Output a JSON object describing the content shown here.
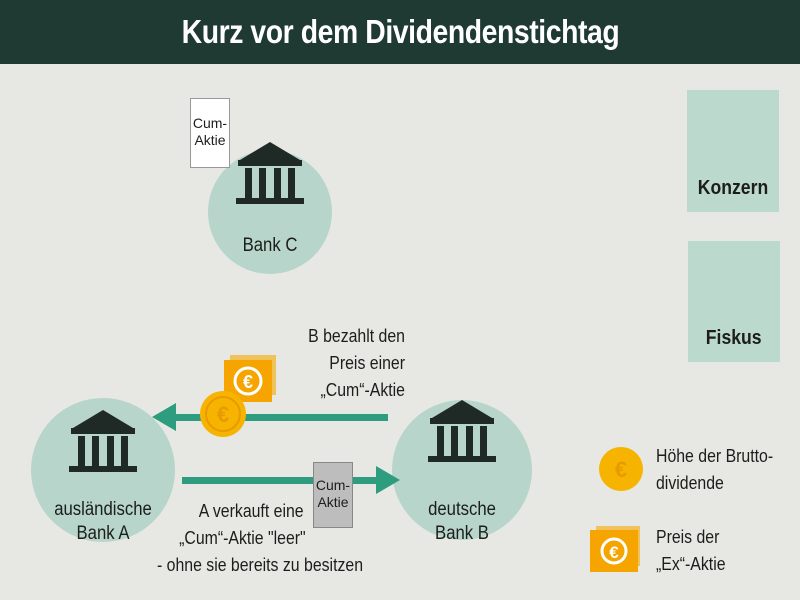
{
  "title": "Kurz vor dem Dividendenstichtag",
  "banks": {
    "c": "Bank C",
    "a": [
      "ausländische",
      "Bank A"
    ],
    "b": [
      "deutsche",
      "Bank B"
    ]
  },
  "documents": {
    "top": [
      "Cum-",
      "Aktie"
    ],
    "middle": [
      "Cum-",
      "Aktie"
    ]
  },
  "payment_text": [
    "B bezahlt den",
    "Preis einer",
    "„Cum“-Aktie"
  ],
  "sale_text": [
    "A verkauft eine",
    "„Cum“-Aktie \"leer\"",
    "- ohne sie bereits zu besitzen"
  ],
  "side": {
    "konzern": "Konzern",
    "fiskus": "Fiskus"
  },
  "legend": [
    {
      "icon": "coin-icon",
      "lines": [
        "Höhe der Brutto-",
        "dividende"
      ]
    },
    {
      "icon": "banknote-icon",
      "lines": [
        "Preis der",
        "„Ex“-Aktie"
      ]
    }
  ],
  "colors": {
    "header": "#1f3a32",
    "circle": "#b7d5ca",
    "arrow": "#2e9c7f",
    "coin": "#f6b400"
  }
}
